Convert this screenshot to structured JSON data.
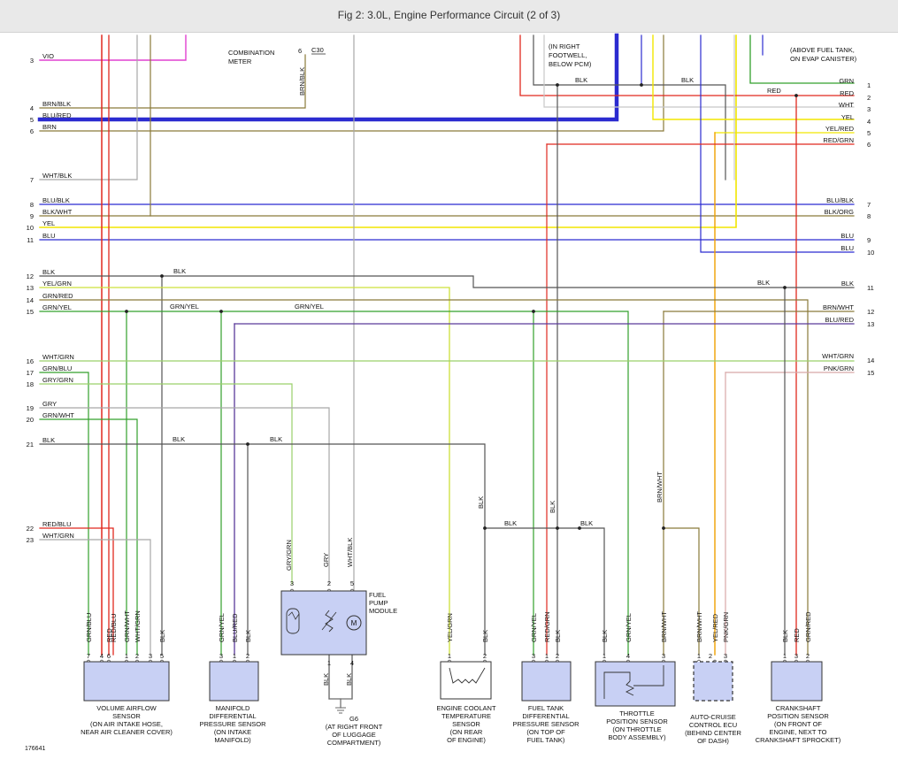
{
  "header": {
    "title": "Fig 2: 3.0L, Engine Performance Circuit (2 of 3)"
  },
  "colors": {
    "VIO": "#e040d0",
    "RED": "#e0281e",
    "BRN": "#8a7a3a",
    "BLU": "#2b2bd0",
    "BLK": "#555555",
    "WHT": "#c8c8c8",
    "YEL": "#f2e600",
    "GRN": "#33a02c",
    "LT_GRN": "#9ad06a",
    "YEL_GRN": "#cde03a",
    "PNK": "#d8a8a8",
    "GRY": "#a8a8a8",
    "DRK_GRN": "#58a030",
    "PURPLE": "#5a3a9a",
    "ORANGE": "#f0a000",
    "component_fill": "#c8d0f4",
    "ground": "#6a6a6a"
  },
  "figure_id": "176641",
  "left_wires": [
    {
      "pin": "3",
      "label": "VIO"
    },
    {
      "pin": "4",
      "label": "BRN/BLK"
    },
    {
      "pin": "5",
      "label": "BLU/RED"
    },
    {
      "pin": "6",
      "label": "BRN"
    },
    {
      "pin": "7",
      "label": "WHT/BLK"
    },
    {
      "pin": "8",
      "label": "BLU/BLK"
    },
    {
      "pin": "9",
      "label": "BLK/WHT"
    },
    {
      "pin": "10",
      "label": "YEL"
    },
    {
      "pin": "11",
      "label": "BLU"
    },
    {
      "pin": "12",
      "label": "BLK"
    },
    {
      "pin": "13",
      "label": "YEL/GRN"
    },
    {
      "pin": "14",
      "label": "GRN/RED"
    },
    {
      "pin": "15",
      "label": "GRN/YEL"
    },
    {
      "pin": "16",
      "label": "WHT/GRN"
    },
    {
      "pin": "17",
      "label": "GRN/BLU"
    },
    {
      "pin": "18",
      "label": "GRY/GRN"
    },
    {
      "pin": "19",
      "label": "GRY"
    },
    {
      "pin": "20",
      "label": "GRN/WHT"
    },
    {
      "pin": "21",
      "label": "BLK"
    },
    {
      "pin": "22",
      "label": "RED/BLU"
    },
    {
      "pin": "23",
      "label": "WHT/GRN"
    }
  ],
  "right_wires": [
    {
      "pin": "1",
      "label": "GRN"
    },
    {
      "pin": "2",
      "label": "RED"
    },
    {
      "pin": "3",
      "label": "WHT"
    },
    {
      "pin": "4",
      "label": "YEL"
    },
    {
      "pin": "5",
      "label": "YEL/RED"
    },
    {
      "pin": "6",
      "label": "RED/GRN"
    },
    {
      "pin": "7",
      "label": "BLU/BLK"
    },
    {
      "pin": "8",
      "label": "BLK/ORG"
    },
    {
      "pin": "9",
      "label": "BLU"
    },
    {
      "pin": "10",
      "label": "BLU"
    },
    {
      "pin": "11",
      "label": "BLK"
    },
    {
      "pin": "12",
      "label": "BRN/WHT"
    },
    {
      "pin": "13",
      "label": "BLU/RED"
    },
    {
      "pin": "14",
      "label": "WHT/GRN"
    },
    {
      "pin": "15",
      "label": "PNK/GRN"
    }
  ],
  "top_notes": {
    "combination_meter": [
      "COMBINATION",
      "METER"
    ],
    "c30_pin": "6",
    "c30": "C30",
    "c30_wire": "BRN/BLK",
    "right_footwell": [
      "(IN RIGHT",
      "FOOTWELL,",
      "BELOW PCM)"
    ],
    "fuel_tank": [
      "(ABOVE FUEL TANK,",
      "ON EVAP CANISTER)"
    ],
    "blk": "BLK",
    "red": "RED"
  },
  "mid_labels": {
    "blk": "BLK",
    "grn_yel": "GRN/YEL",
    "red": "RED"
  },
  "vertical_labels": {
    "gry_grn": "GRY/GRN",
    "gry": "GRY",
    "wht_blk": "WHT/BLK",
    "blk": "BLK",
    "brn_wht": "BRN/WHT"
  },
  "components": [
    {
      "id": "vaf",
      "name": [
        "VOLUME AIRFLOW",
        "SENSOR",
        "(ON AIR INTAKE HOSE,",
        "NEAR AIR CLEANER COVER)"
      ],
      "wires": [
        "GRN/BLU",
        "RED",
        "RED/BLU",
        "GRN/WHT",
        "WHT/GRN",
        "BLK"
      ],
      "pins": [
        "7",
        "4",
        "6",
        "1",
        "2",
        "3",
        "5"
      ]
    },
    {
      "id": "mdp",
      "name": [
        "MANIFOLD",
        "DIFFERENTIAL",
        "PRESSURE SENSOR",
        "(ON INTAKE",
        "MANIFOLD)"
      ],
      "wires": [
        "GRN/YEL",
        "BLU/RED",
        "BLK"
      ],
      "pins": [
        "3",
        "1",
        "2"
      ]
    },
    {
      "id": "fpm",
      "name": [
        "FUEL",
        "PUMP",
        "MODULE"
      ],
      "wires": [
        "GRY/GRN",
        "GRY",
        "WHT/BLK"
      ],
      "pins": [
        "3",
        "2",
        "5"
      ],
      "pins_bottom": [
        "1",
        "4"
      ],
      "motor": "M"
    },
    {
      "id": "g6",
      "name": [
        "G6",
        "(AT RIGHT FRONT",
        "OF LUGGAGE",
        "COMPARTMENT)"
      ],
      "wires": [
        "BLK",
        "BLK"
      ]
    },
    {
      "id": "ect",
      "name": [
        "ENGINE COOLANT",
        "TEMPERATURE",
        "SENSOR",
        "(ON REAR",
        "OF ENGINE)"
      ],
      "wires": [
        "YEL/GRN",
        "BLK"
      ],
      "pins": [
        "1",
        "2"
      ]
    },
    {
      "id": "ftdp",
      "name": [
        "FUEL TANK",
        "DIFFERENTIAL",
        "PRESSURE SENSOR",
        "(ON TOP OF",
        "FUEL TANK)"
      ],
      "wires": [
        "GRN/YEL",
        "RED/GRN",
        "BLK"
      ],
      "pins": [
        "3",
        "1",
        "2"
      ]
    },
    {
      "id": "tps",
      "name": [
        "THROTTLE",
        "POSITION SENSOR",
        "(ON THROTTLE",
        "BODY ASSEMBLY)"
      ],
      "wires": [
        "BLK",
        "GRN/YEL",
        "BRN/WHT"
      ],
      "pins": [
        "1",
        "4",
        "3"
      ]
    },
    {
      "id": "acc",
      "name": [
        "AUTO-CRUISE",
        "CONTROL ECU",
        "(BEHIND CENTER",
        "OF DASH)"
      ],
      "wires": [
        "BRN/WHT",
        "YEL/RED",
        "PNK/GRN"
      ],
      "pins": [
        "1",
        "2",
        "3"
      ]
    },
    {
      "id": "ckp",
      "name": [
        "CRANKSHAFT",
        "POSITION SENSOR",
        "(ON FRONT OF",
        "ENGINE, NEXT TO",
        "CRANKSHAFT SPROCKET)"
      ],
      "wires": [
        "BLK",
        "RED",
        "GRN/RED"
      ],
      "pins": [
        "1",
        "3",
        "2"
      ]
    }
  ]
}
